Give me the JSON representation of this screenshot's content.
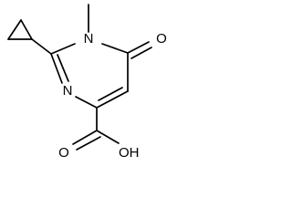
{
  "molecule": {
    "atoms": {
      "n1": "N",
      "n3": "N",
      "o_keto": "O",
      "o_acid": "O",
      "oh_acid": "OH"
    },
    "colors": {
      "bond": "#000000",
      "text": "#000000",
      "background": "#ffffff"
    }
  }
}
